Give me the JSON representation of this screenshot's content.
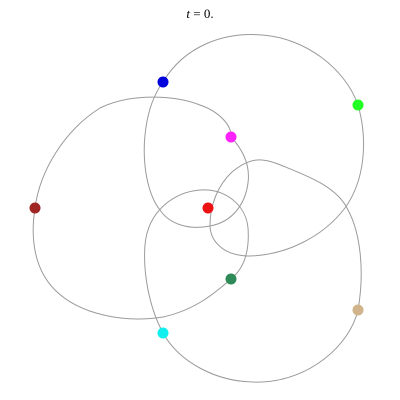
{
  "caption": {
    "variable": "t",
    "equals": " = 0."
  },
  "orbit_color": "#9a9a9a",
  "points": [
    {
      "name": "blue",
      "color": "#0000dd"
    },
    {
      "name": "green",
      "color": "#22ff22"
    },
    {
      "name": "magenta",
      "color": "#ff22ff"
    },
    {
      "name": "brown",
      "color": "#a02626"
    },
    {
      "name": "red",
      "color": "#ee1111"
    },
    {
      "name": "dark-green",
      "color": "#2e8b57"
    },
    {
      "name": "cyan",
      "color": "#11eeee"
    },
    {
      "name": "tan",
      "color": "#d2b48c"
    }
  ]
}
